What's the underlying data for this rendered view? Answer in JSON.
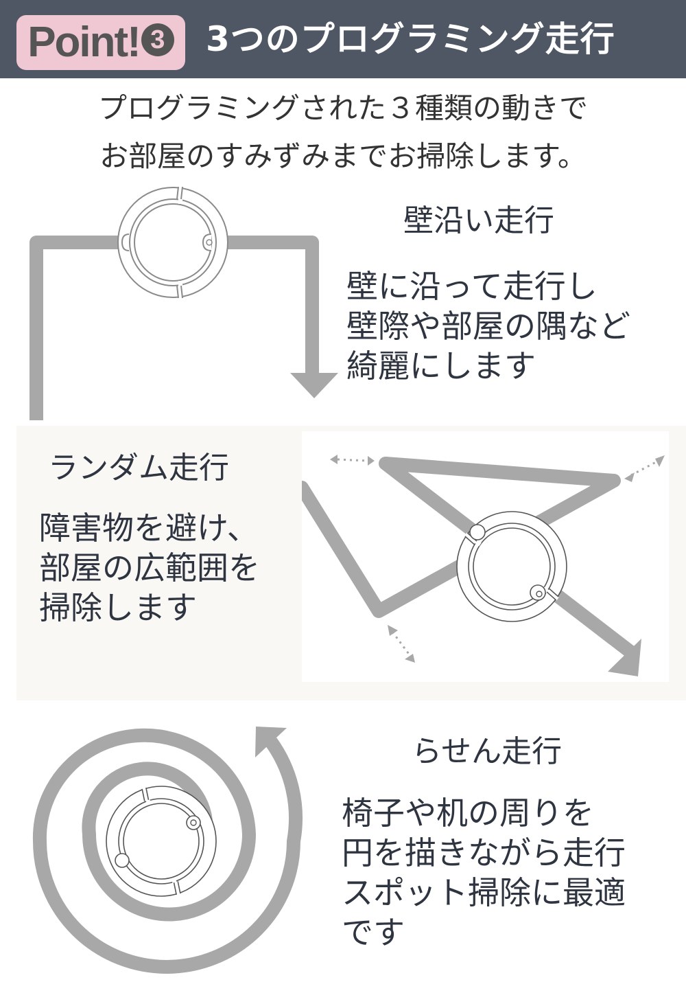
{
  "header": {
    "badge_label": "Point!",
    "badge_number": "3",
    "title": "3つのプログラミング走行",
    "background_color": "#4f5664",
    "badge_color": "#f0c8d4"
  },
  "intro": {
    "line1": "プログラミングされた３種類の動きで",
    "line2": "お部屋のすみずみまでお掃除します。"
  },
  "sections": {
    "wall": {
      "title": "壁沿い走行",
      "body": [
        "壁に沿って走行し",
        "壁際や部屋の隅など",
        "綺麗にします"
      ],
      "icon": "wall-following-path-diagram"
    },
    "random": {
      "title": "ランダム走行",
      "body": [
        "障害物を避け、",
        "部屋の広範囲を",
        "掃除します"
      ],
      "icon": "random-path-diagram",
      "background_color": "#f9f8f5"
    },
    "spiral": {
      "title": "らせん走行",
      "body": [
        "椅子や机の周りを",
        "円を描きながら走行",
        "スポット掃除に最適",
        "です"
      ],
      "icon": "spiral-path-diagram"
    }
  },
  "colors": {
    "path_gray": "#a8a8a8",
    "text": "#2f3540"
  }
}
